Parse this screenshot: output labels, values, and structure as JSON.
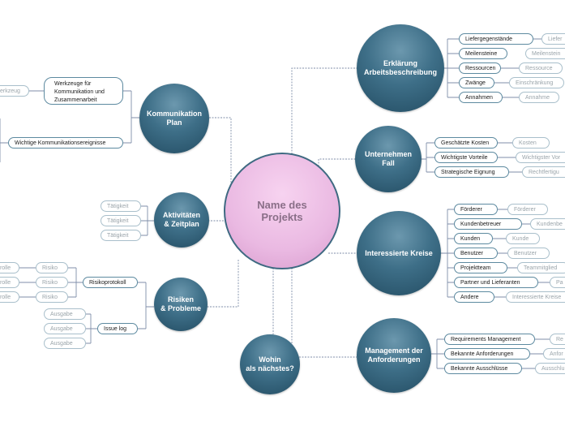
{
  "center": {
    "label": "Name des\nProjekts",
    "color": "#eab9e2"
  },
  "colors": {
    "node": "#3e6f88",
    "line": "#7f8ea8",
    "pill_border": "#5d8aa0"
  },
  "right": {
    "erklaerung": {
      "label": "Erklärung\nArbeitsbeschreibung",
      "items": [
        {
          "label": "Liefergegenstände",
          "sub": "Liefer"
        },
        {
          "label": "Meilensteine",
          "sub": "Meilenstein"
        },
        {
          "label": "Ressourcen",
          "sub": "Ressource"
        },
        {
          "label": "Zwänge",
          "sub": "Einschränkung"
        },
        {
          "label": "Annahmen",
          "sub": "Annahme"
        }
      ]
    },
    "unternehmen": {
      "label": "Unternehmen\nFall",
      "items": [
        {
          "label": "Geschätzte Kosten",
          "sub": "Kosten"
        },
        {
          "label": "Wichtigste Vorteile",
          "sub": "Wichtigster Vor"
        },
        {
          "label": "Strategische Eignung",
          "sub": "Rechtfertigu"
        }
      ]
    },
    "kreise": {
      "label": "Interessierte Kreise",
      "items": [
        {
          "label": "Förderer",
          "sub": "Förderer"
        },
        {
          "label": "Kundenbetreuer",
          "sub": "Kundenbe"
        },
        {
          "label": "Kunden",
          "sub": "Kunde"
        },
        {
          "label": "Benutzer",
          "sub": "Benutzer"
        },
        {
          "label": "Projektteam",
          "sub": "Teammitglied"
        },
        {
          "label": "Partner und Lieferanten",
          "sub": "Pa"
        },
        {
          "label": "Andere",
          "sub": "Interessierte Kreise"
        }
      ]
    },
    "anforderungen": {
      "label": "Management der\nAnforderungen",
      "items": [
        {
          "label": "Requirements Management",
          "sub": "Re"
        },
        {
          "label": "Bekannte Anforderungen",
          "sub": "Anfor"
        },
        {
          "label": "Bekannte Ausschlüsse",
          "sub": "Ausschlu"
        }
      ]
    }
  },
  "left": {
    "kommunikation": {
      "label": "Kommunikation\nPlan",
      "tools": {
        "label": "Werkzeuge für\nKommunikation und\nZusammenarbeit",
        "sub": "erkzeug"
      },
      "events": {
        "label": "Wichtige Kommunikationsereignisse"
      }
    },
    "aktivitaeten": {
      "label": "Aktivitäten\n& Zeitplan",
      "items": [
        "Tätigkeit",
        "Tätigkeit",
        "Tätigkeit"
      ]
    },
    "risiken": {
      "label": "Risiken\n& Probleme",
      "risk_log": {
        "label": "Risikoprotokoll",
        "items": [
          "Risiko",
          "Risiko",
          "Risiko"
        ],
        "subs": [
          "trolle",
          "trolle",
          "trolle"
        ]
      },
      "issue_log": {
        "label": "Issue log",
        "items": [
          "Ausgabe",
          "Ausgabe",
          "Ausgabe"
        ]
      }
    }
  },
  "next": {
    "label": "Wohin\nals nächstes?"
  }
}
